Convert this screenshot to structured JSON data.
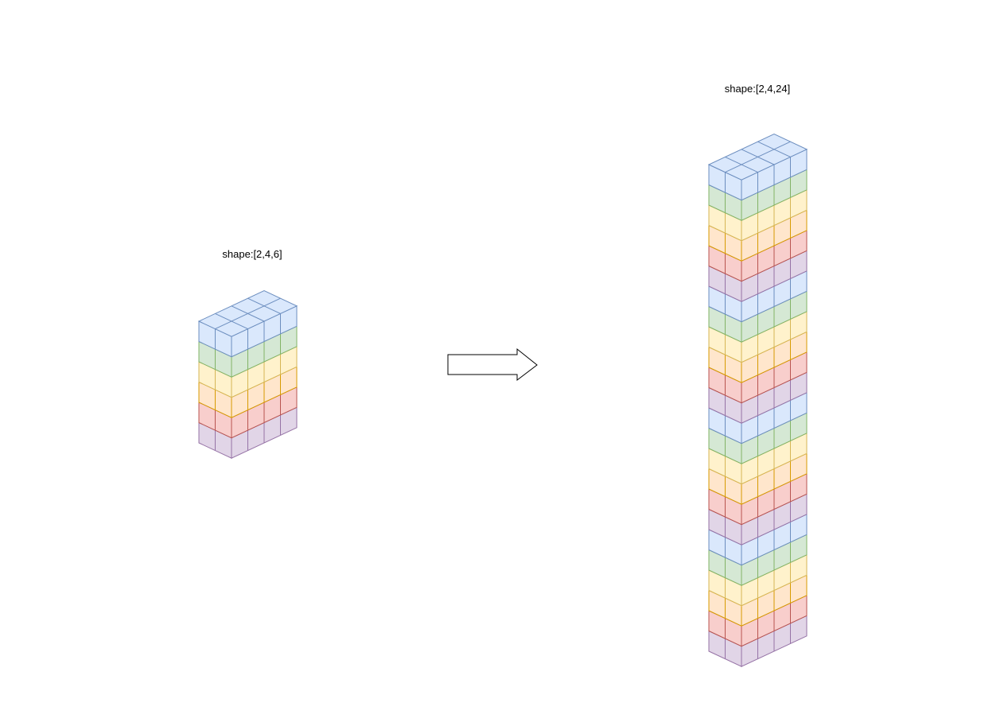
{
  "left_tensor": {
    "label": "shape:[2,4,6]",
    "layer_colors": [
      "blue",
      "green",
      "yellow",
      "orange",
      "red",
      "purple"
    ]
  },
  "right_tensor": {
    "label": "shape:[2,4,24]",
    "layer_colors": [
      "blue",
      "green",
      "yellow",
      "orange",
      "red",
      "purple",
      "blue",
      "green",
      "yellow",
      "orange",
      "red",
      "purple",
      "blue",
      "green",
      "yellow",
      "orange",
      "red",
      "purple",
      "blue",
      "green",
      "yellow",
      "orange",
      "red",
      "purple"
    ]
  },
  "palette": {
    "blue": {
      "fill": "#dae8fc",
      "stroke": "#6c8ebf"
    },
    "green": {
      "fill": "#d5e8d4",
      "stroke": "#82b366"
    },
    "yellow": {
      "fill": "#fff2cc",
      "stroke": "#d6b656"
    },
    "orange": {
      "fill": "#ffe6cc",
      "stroke": "#d79b00"
    },
    "red": {
      "fill": "#f8cecc",
      "stroke": "#b85450"
    },
    "purple": {
      "fill": "#e1d5e7",
      "stroke": "#9673a6"
    }
  },
  "arrow": {
    "fill": "#ffffff",
    "stroke": "#000000"
  }
}
